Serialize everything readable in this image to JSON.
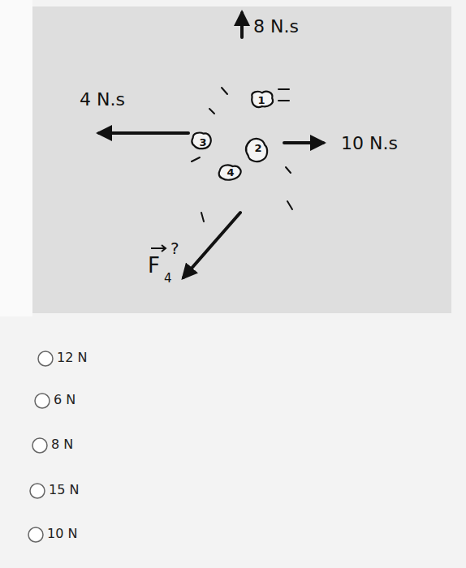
{
  "diagram": {
    "nodes": [
      {
        "text": [
          "1"
        ]
      },
      {
        "text": [
          "3"
        ]
      },
      {
        "text": [
          "2"
        ]
      },
      {
        "text": [
          "4"
        ]
      }
    ],
    "labels": [
      "8 N.s",
      "4 N.s",
      "10 N.s",
      "F",
      "4",
      "?",
      "12 N",
      "6 N",
      "8 N",
      "15 N",
      "10 N"
    ]
  }
}
